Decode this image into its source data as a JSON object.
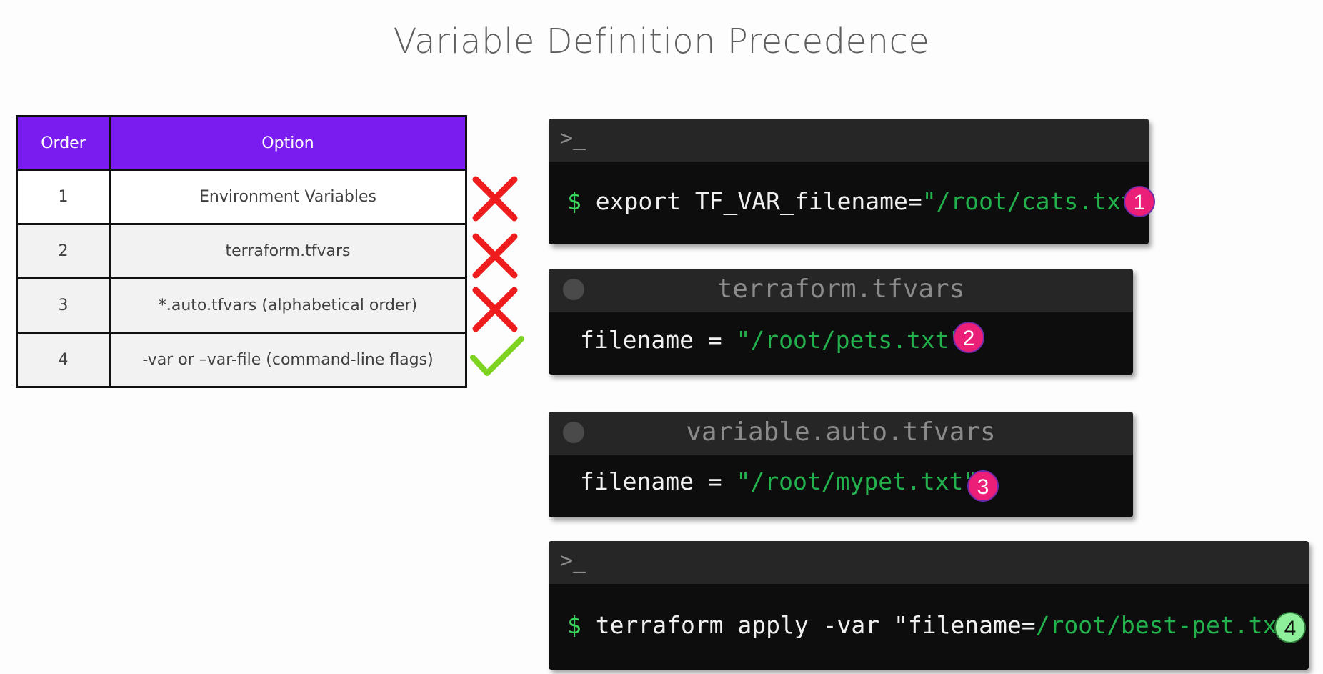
{
  "title": "Variable Definition Precedence",
  "table": {
    "headers": {
      "order": "Order",
      "option": "Option"
    },
    "rows": [
      {
        "order": "1",
        "option": "Environment Variables",
        "mark": "cross"
      },
      {
        "order": "2",
        "option": "terraform.tfvars",
        "mark": "cross"
      },
      {
        "order": "3",
        "option": "*.auto.tfvars (alphabetical order)",
        "mark": "cross"
      },
      {
        "order": "4",
        "option": "-var or –var-file (command-line flags)",
        "mark": "check"
      }
    ]
  },
  "panels": {
    "env": {
      "prompt_icon": ">_",
      "dollar": "$",
      "cmd": " export TF_VAR_filename=",
      "value": "\"/root/cats.txt\"",
      "badge": "1"
    },
    "tfvars": {
      "title": "terraform.tfvars",
      "key": "filename = ",
      "value": "\"/root/pets.txt\"",
      "badge": "2"
    },
    "auto": {
      "title": "variable.auto.tfvars",
      "key": "filename = ",
      "value": "\"/root/mypet.txt\"",
      "badge": "3"
    },
    "cli": {
      "prompt_icon": ">_",
      "dollar": "$",
      "cmd": " terraform apply -var \"filename=",
      "value": "/root/best-pet.txt",
      "end": "\"",
      "badge": "4"
    }
  },
  "colors": {
    "header_bg": "#7a1cf0",
    "cross": "#ee1c1c",
    "check": "#7ed321",
    "code_green": "#22b14c",
    "badge_pink": "#ec1f78",
    "badge_green": "#8ef09a"
  }
}
